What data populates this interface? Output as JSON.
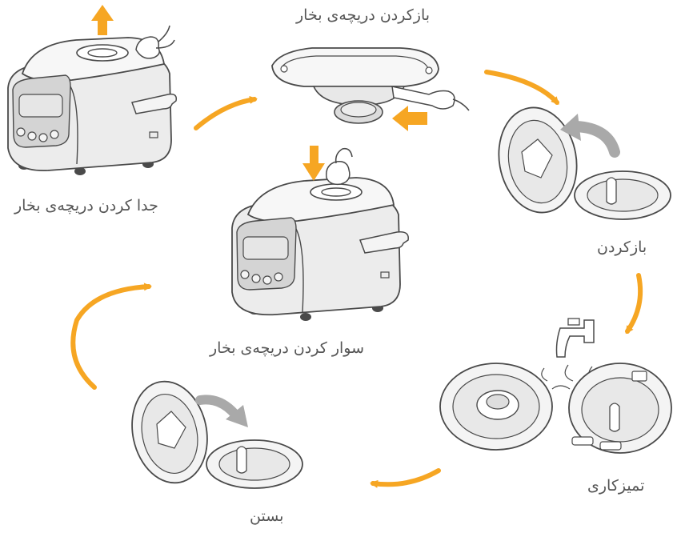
{
  "colors": {
    "arrow_orange": "#f6a623",
    "arrow_gray": "#a9a9a9",
    "line": "#4a4a4a",
    "body_fill": "#ececec",
    "body_light": "#f7f7f7",
    "panel_fill": "#d4d4d4"
  },
  "steps": {
    "remove_valve": "جدا کردن دریچه‌ی بخار",
    "open_valve": "بازکردن دریچه‌ی بخار",
    "open": "بازکردن",
    "clean": "تمیزکاری",
    "close": "بستن",
    "attach_valve": "سوار کردن دریچه‌ی بخار"
  },
  "icons": [
    "rice-cooker-icon",
    "steam-valve-icon",
    "faucet-icon",
    "hand-icon",
    "valve-lid-icon"
  ]
}
